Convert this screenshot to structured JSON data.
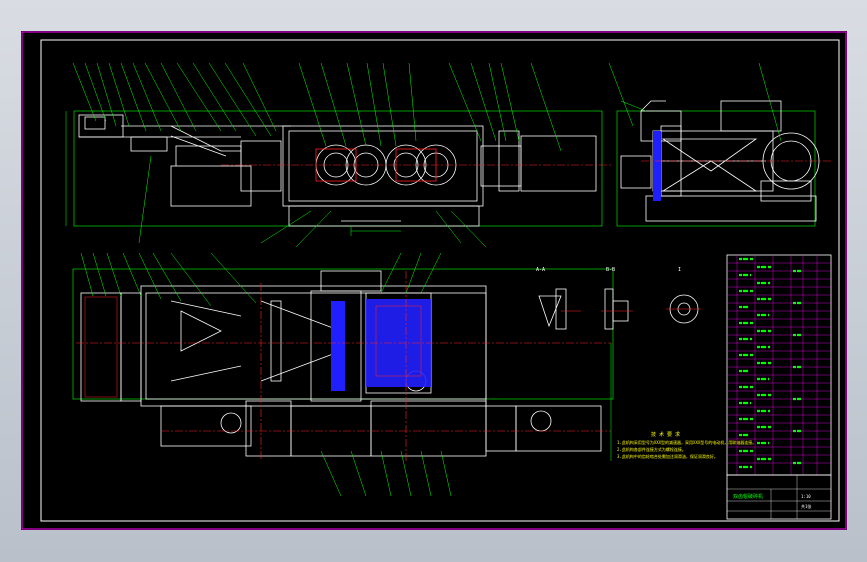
{
  "drawing": {
    "notes_title": "技 术 要 求",
    "notes": [
      "1.此机构采用型号为XXX型的减速器，采用XXX型号的电动机，用联轴器连接。",
      "2.此机构各部件连接方式为螺栓连接。",
      "3.此机构中的齿轮啮合处需加注润滑油，保证润滑良好。"
    ],
    "section_labels": [
      "A-A",
      "B-B",
      "I"
    ],
    "title_block": {
      "title": "双齿辊破碎机",
      "scale": "1:10",
      "sheet": "共1张"
    }
  },
  "colors": {
    "background": "#000000",
    "outline": "#ffffff",
    "leader": "#00ff00",
    "centerline": "#ff2020",
    "hidden": "#ffff00",
    "border_magenta": "#ff00ff",
    "part_blue": "#2020ff"
  }
}
